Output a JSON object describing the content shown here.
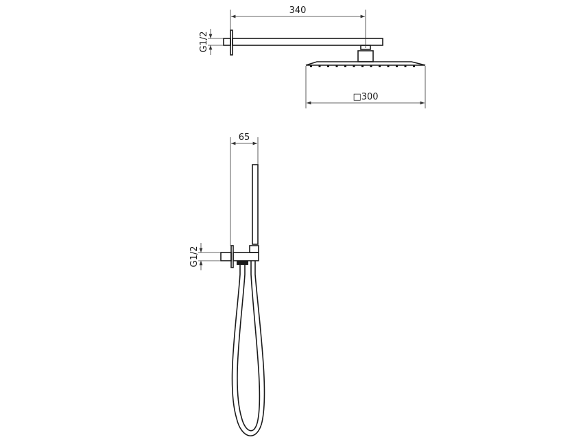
{
  "title": "Shower system dimension drawing",
  "dimensions": {
    "arm_length": "340",
    "head_size": "□300",
    "top_connection": "G1/2",
    "holder_offset": "65",
    "bottom_connection": "G1/2"
  },
  "colors": {
    "line": "#1a1a1a",
    "background": "#ffffff"
  }
}
